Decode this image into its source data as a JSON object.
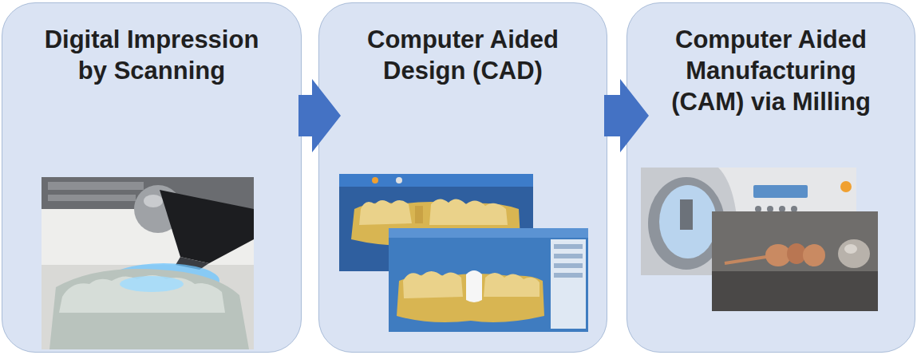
{
  "diagram": {
    "nodes": [
      {
        "text": [
          "Digital Impression by Scanning"
        ]
      },
      {
        "text": [
          "Computer Aided Design (CAD)"
        ]
      },
      {
        "text": [
          "Computer Aided Manufacturing (CAM) via Milling"
        ]
      }
    ],
    "edges": [
      {
        "from": 0,
        "to": 1,
        "arrow": "to"
      },
      {
        "from": 1,
        "to": 2,
        "arrow": "to"
      }
    ]
  }
}
